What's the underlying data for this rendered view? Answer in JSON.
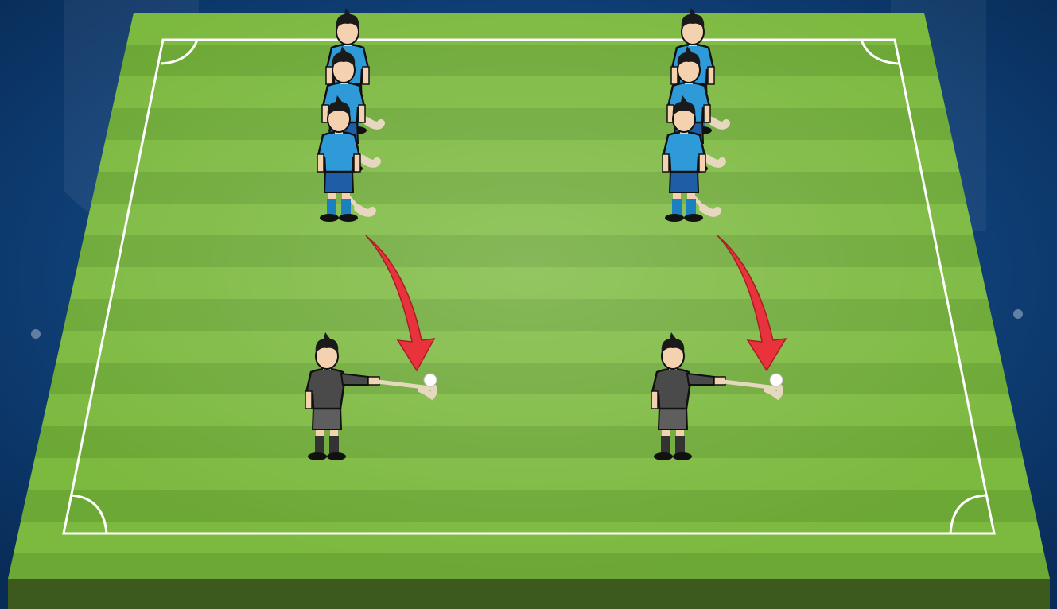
{
  "diagram": {
    "background_color": "#0d3f78",
    "pitch_colors": {
      "light": "#7cb93f",
      "dark": "#5e9a2e",
      "edge": "#3c5a1d",
      "line": "#ffffff"
    },
    "team_colors": {
      "players": {
        "shirt": "#2f9ad8",
        "shorts": "#1f5ea6",
        "socks": "#1b7fc0",
        "skin": "#f4d2b0",
        "hair": "#1a1a1a"
      },
      "coaches": {
        "shirt": "#4a4a4a",
        "shorts": "#5e5e5e",
        "socks": "#333333",
        "skin": "#f4d2b0",
        "hair": "#1a1a1a"
      }
    },
    "arrow_color": "#e8323c",
    "stick_color": "#e6d7bf",
    "ball_color": "#ffffff",
    "groups": [
      {
        "name": "left-drill",
        "queue_size": 3,
        "coach_icon": "coach-with-hurley-icon",
        "player_icon": "hurler-icon"
      },
      {
        "name": "right-drill",
        "queue_size": 3,
        "coach_icon": "coach-with-hurley-icon",
        "player_icon": "hurler-icon"
      }
    ]
  }
}
